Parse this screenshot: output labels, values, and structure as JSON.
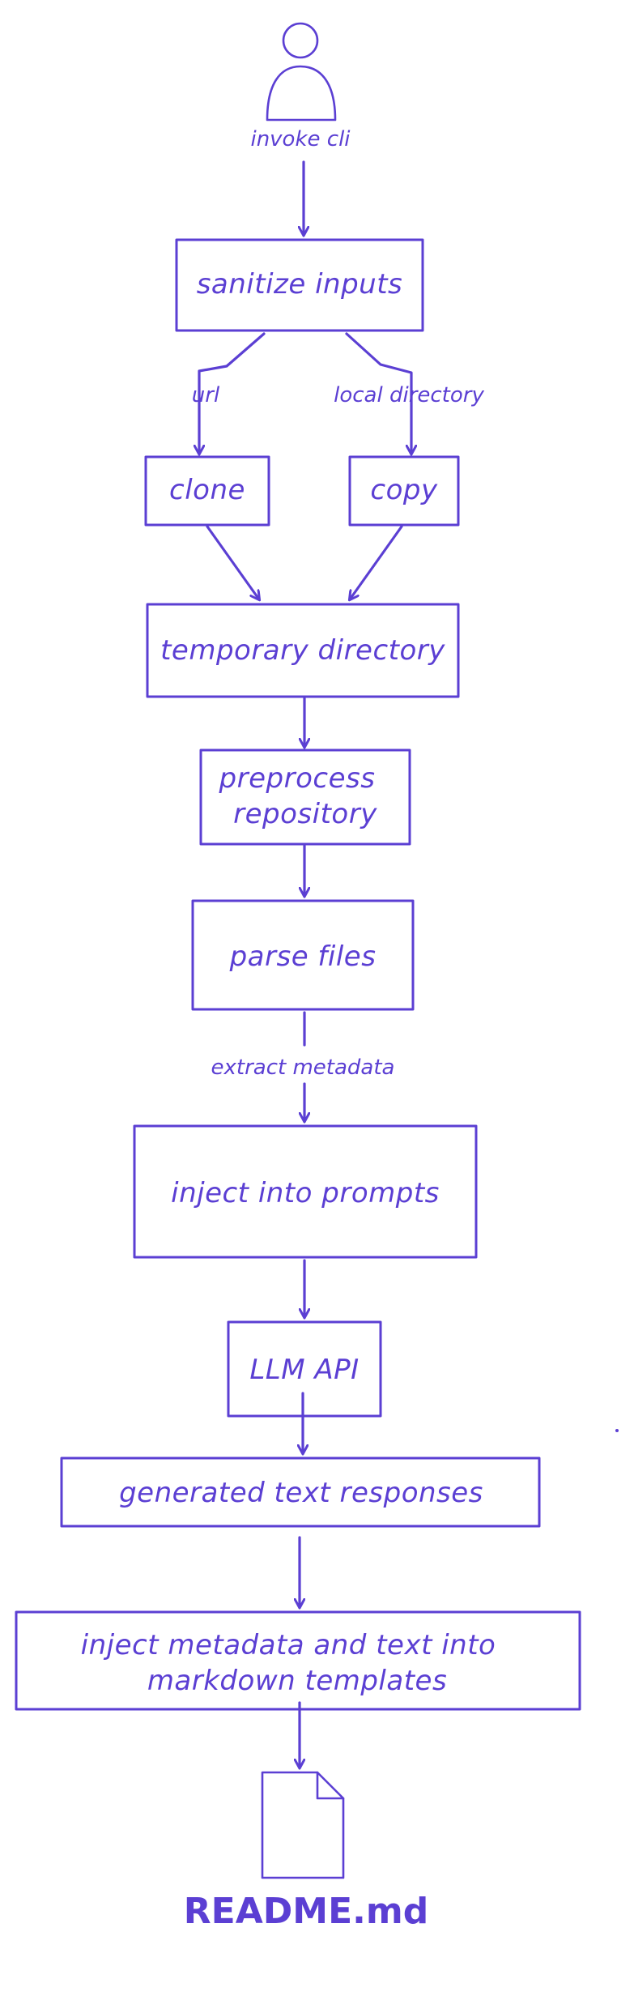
{
  "colors": {
    "stroke": "#5b3fd3",
    "background": "#ffffff"
  },
  "nodes": {
    "actor": {
      "label": "invoke cli",
      "icon": "person-icon"
    },
    "sanitize": {
      "label": "sanitize inputs"
    },
    "clone": {
      "label": "clone"
    },
    "copy": {
      "label": "copy"
    },
    "temp_dir": {
      "label": "temporary directory"
    },
    "preprocess": {
      "line1": "preprocess",
      "line2": "repository"
    },
    "parse": {
      "label": "parse files"
    },
    "inject_prompts": {
      "label": "inject into prompts"
    },
    "llm": {
      "label": "LLM API"
    },
    "generated": {
      "label": "generated text responses"
    },
    "inject_md": {
      "line1": "inject metadata and text into",
      "line2": "markdown templates"
    },
    "readme": {
      "label": "README.md",
      "icon": "document-icon"
    }
  },
  "edge_labels": {
    "url": "url",
    "local_directory": "local directory",
    "extract_metadata": "extract metadata"
  }
}
